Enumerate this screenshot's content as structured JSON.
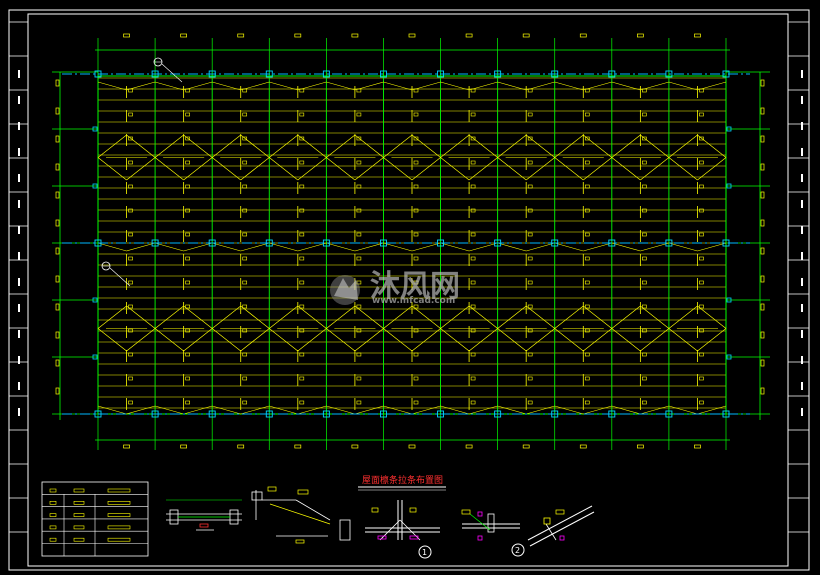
{
  "drawing": {
    "title": "屋面檩条拉条布置图",
    "bays": 11,
    "panel_rows": 6,
    "detail_callouts": [
      "1",
      "2"
    ]
  },
  "watermark": {
    "brand": "沐风网",
    "url": "www.mfcad.com"
  },
  "colors": {
    "background": "#000000",
    "frame": "#ffffff",
    "grid": "#00ff00",
    "purlin": "#ffff00",
    "axis": "#00b7ff",
    "column": "#00d7ff",
    "title": "#ff3030",
    "detail": "#ff00ff"
  }
}
